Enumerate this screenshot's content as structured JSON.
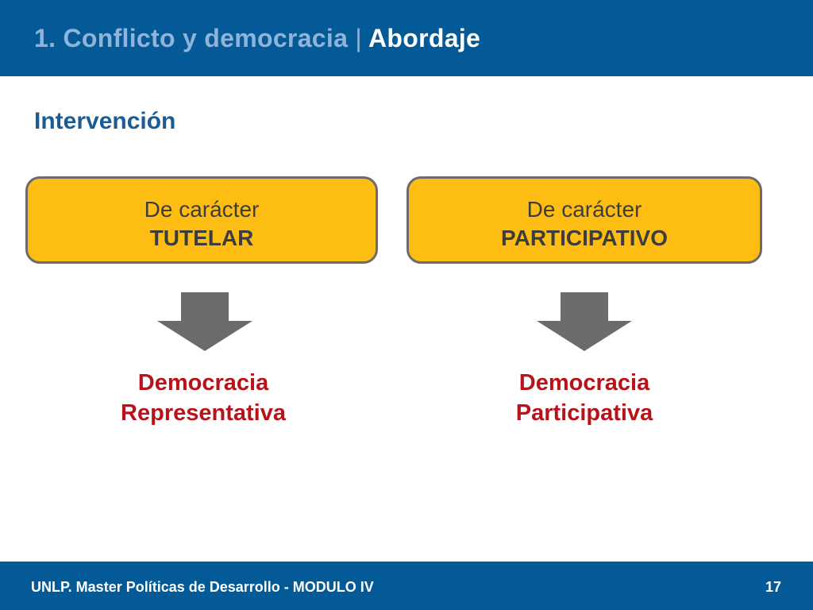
{
  "header": {
    "title_part1": "1. Conflicto y democracia",
    "separator": "|",
    "title_part2": "Abordaje"
  },
  "subtitle": "Intervención",
  "cards": [
    {
      "line1": "De carácter",
      "line2": "TUTELAR"
    },
    {
      "line1": "De carácter",
      "line2": "PARTICIPATIVO"
    }
  ],
  "results": [
    {
      "line1": "Democracia",
      "line2": "Representativa"
    },
    {
      "line1": "Democracia",
      "line2": "Participativa"
    }
  ],
  "footer": {
    "text": "UNLP. Master Políticas de Desarrollo - MODULO IV",
    "page_number": "17"
  },
  "colors": {
    "header_bg": "#045a96",
    "card_fill": "#fdbd13",
    "card_border": "#6b6b6b",
    "arrow": "#6b6b6b",
    "result_text": "#b8131a",
    "subtitle_text": "#1a5c93"
  },
  "icons": {
    "arrow": "down-arrow-icon"
  }
}
